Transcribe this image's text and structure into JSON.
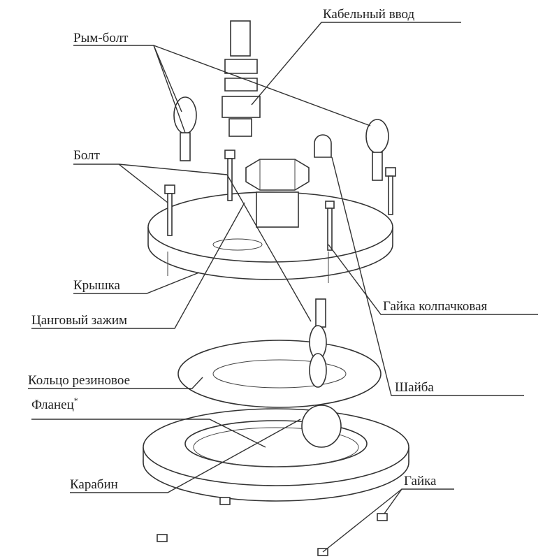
{
  "labels": {
    "cable_gland": "Кабельный ввод",
    "eye_bolt": "Рым-болт",
    "bolt": "Болт",
    "cover": "Крышка",
    "collet_clamp": "Цанговый зажим",
    "cap_nut": "Гайка колпачковая",
    "rubber_ring": "Кольцо резиновое",
    "washer": "Шайба",
    "flange": "Фланец",
    "flange_mark": "*",
    "carabiner": "Карабин",
    "nut": "Гайка"
  }
}
